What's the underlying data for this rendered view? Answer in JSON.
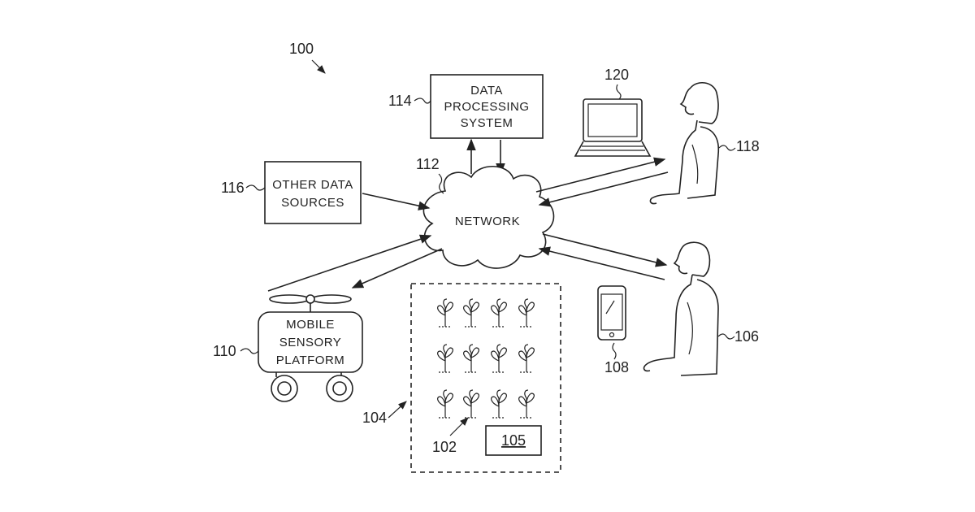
{
  "figure": {
    "ref_main": "100",
    "data_processing": {
      "ref": "114",
      "lines": [
        "DATA",
        "PROCESSING",
        "SYSTEM"
      ]
    },
    "network": {
      "ref": "112",
      "label": "NETWORK"
    },
    "other_sources": {
      "ref": "116",
      "lines": [
        "OTHER DATA",
        "SOURCES"
      ]
    },
    "laptop": {
      "ref": "120"
    },
    "user_woman": {
      "ref": "118"
    },
    "user_man": {
      "ref": "106"
    },
    "phone": {
      "ref": "108"
    },
    "mobile_platform": {
      "ref": "110",
      "lines": [
        "MOBILE",
        "SENSORY",
        "PLATFORM"
      ]
    },
    "field": {
      "ref": "104",
      "plants_ref": "102",
      "sensor_ref": "105"
    }
  }
}
